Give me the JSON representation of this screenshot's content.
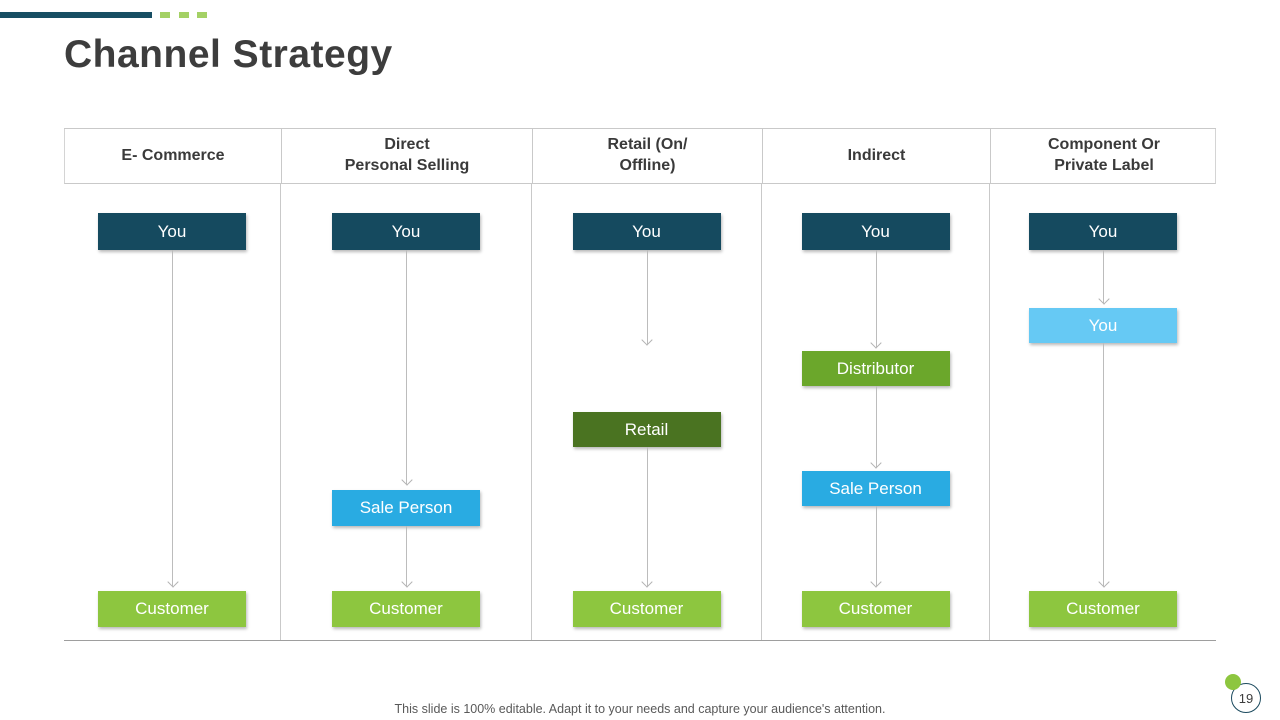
{
  "slide": {
    "title": "Channel Strategy",
    "footer": "This slide is 100% editable. Adapt it to your needs and capture your audience's attention.",
    "page_number": "19"
  },
  "table": {
    "columns": [
      {
        "header_lines": [
          "E- Commerce"
        ],
        "nodes": [
          {
            "label": "You",
            "style": "dark-teal"
          },
          {
            "label": "Customer",
            "style": "light-green"
          }
        ]
      },
      {
        "header_lines": [
          "Direct",
          "Personal Selling"
        ],
        "nodes": [
          {
            "label": "You",
            "style": "dark-teal"
          },
          {
            "label": "Sale Person",
            "style": "blue"
          },
          {
            "label": "Customer",
            "style": "light-green"
          }
        ]
      },
      {
        "header_lines": [
          "Retail (On/",
          "Offline)"
        ],
        "nodes": [
          {
            "label": "You",
            "style": "dark-teal"
          },
          {
            "label": "Retail",
            "style": "dark-green"
          },
          {
            "label": "Customer",
            "style": "light-green"
          }
        ]
      },
      {
        "header_lines": [
          "Indirect"
        ],
        "nodes": [
          {
            "label": "You",
            "style": "dark-teal"
          },
          {
            "label": "Distributor",
            "style": "medium-green"
          },
          {
            "label": "Sale Person",
            "style": "blue"
          },
          {
            "label": "Customer",
            "style": "light-green"
          }
        ]
      },
      {
        "header_lines": [
          "Component Or",
          "Private Label"
        ],
        "nodes": [
          {
            "label": "You",
            "style": "dark-teal"
          },
          {
            "label": "You",
            "style": "light-blue"
          },
          {
            "label": "Customer",
            "style": "light-green"
          }
        ]
      }
    ]
  },
  "colors": {
    "dark_teal": "#154a5f",
    "blue": "#29abe2",
    "light_blue": "#66c9f4",
    "medium_green": "#6ba72b",
    "dark_green": "#4a7321",
    "light_green": "#8dc63f",
    "accent_green": "#8dc63f",
    "arrow_gray": "#b3b3b3"
  }
}
